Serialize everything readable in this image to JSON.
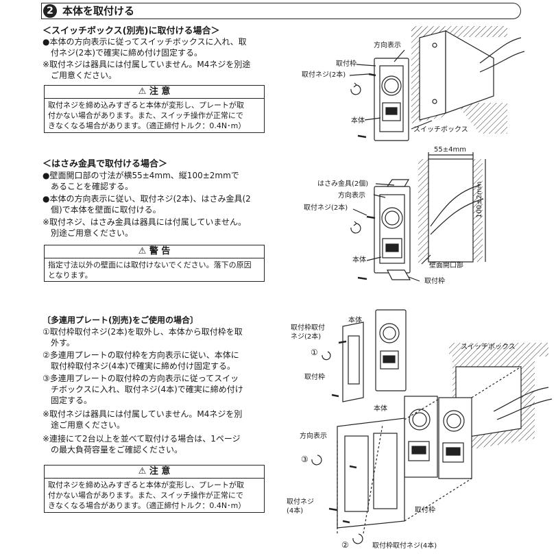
{
  "header": {
    "number": "2",
    "title": "本体を取付ける"
  },
  "sections": {
    "switchbox": {
      "title": "＜スイッチボックス(別売)に取付ける場合＞",
      "lines": [
        "●本体の方向表示に従ってスイッチボックスに入れ、取",
        "　付ネジ(2本)で確実に締め付け固定する。",
        "※取付ネジは器具には付属していません。M4ネジを別途",
        "　ご用意ください。"
      ],
      "caution_title": "注 意",
      "caution_lines": [
        "取付ネジを締め込みすぎると本体が変形し、プレートが取",
        "付かない場合があります。また、スイッチ操作が正常にで",
        "きなくなる場合があります。（適正締付トルク：0.4N･m）"
      ]
    },
    "clamp": {
      "title": "＜はさみ金具で取付ける場合＞",
      "lines": [
        "●壁面開口部の寸法が横55±4mm、縦100±2mmで",
        "　あることを確認する。",
        "●本体の方向表示に従い、取付ネジ(2本)、はさみ金具(2",
        "　個)で本体を壁面に取付ける。",
        "※取付ネジ、はさみ金具は器具には付属していません。",
        "　別途ご用意ください。"
      ],
      "warning_title": "警 告",
      "warning_lines": [
        "指定寸法以外の壁面には取付けないでください。落下の原因",
        "となります。"
      ]
    },
    "plate": {
      "title": "〔多連用プレート(別売)をご使用の場合〕",
      "lines": [
        "①取付枠取付ネジ(2本)を取外し、本体から取付枠を取",
        "　外す。",
        "②多連用プレートの取付枠を方向表示に従い、本体に",
        "　取付枠取付ネジ(4本)で確実に締め付け固定する。",
        "③多連用プレートの取付枠の方向表示に従ってスイッ",
        "　チボックスに入れ、取付ネジ(4本)で確実に締め付け",
        "　固定する。",
        "※取付ネジは器具には付属していません。M4ネジを別",
        "　途ご用意ください。",
        "※連接にて2台以上を並べて取付ける場合は、1ページ",
        "　の最大負荷容量をご確認ください。"
      ],
      "caution_title": "注 意",
      "caution_lines": [
        "取付ネジを締め込みすぎると本体が変形し、プレートが取",
        "付かない場合があります。また、スイッチ操作が正常にで",
        "きなくなる場合があります。（適正締付トルク：0.4N･m）"
      ]
    }
  },
  "figures": {
    "fig1": {
      "direction": "方向表示",
      "frame": "取付枠",
      "screw": "取付ネジ(2本)",
      "body": "本体",
      "switchbox": "スイッチボックス"
    },
    "fig2": {
      "width_dim": "55±4mm",
      "height_dim": "100±2mm",
      "clamp": "はさみ金具(2個)",
      "direction": "方向表示",
      "screw": "取付ネジ(2本)",
      "body": "本体",
      "opening": "壁面開口部",
      "frame": "取付枠"
    },
    "fig3": {
      "body_top": "本体",
      "frame_screw_1": "取付枠取付",
      "frame_screw_2": "ネジ(2本)",
      "step1": "①",
      "frame": "取付枠",
      "switchbox": "スイッチボックス",
      "body_mid": "本体",
      "direction": "方向表示",
      "step3": "③",
      "screw_1": "取付ネジ",
      "screw_2": "(4本)",
      "frame_bottom": "取付枠",
      "step2": "②",
      "frame_screw_bottom": "取付枠取付ネジ(4本)"
    }
  }
}
